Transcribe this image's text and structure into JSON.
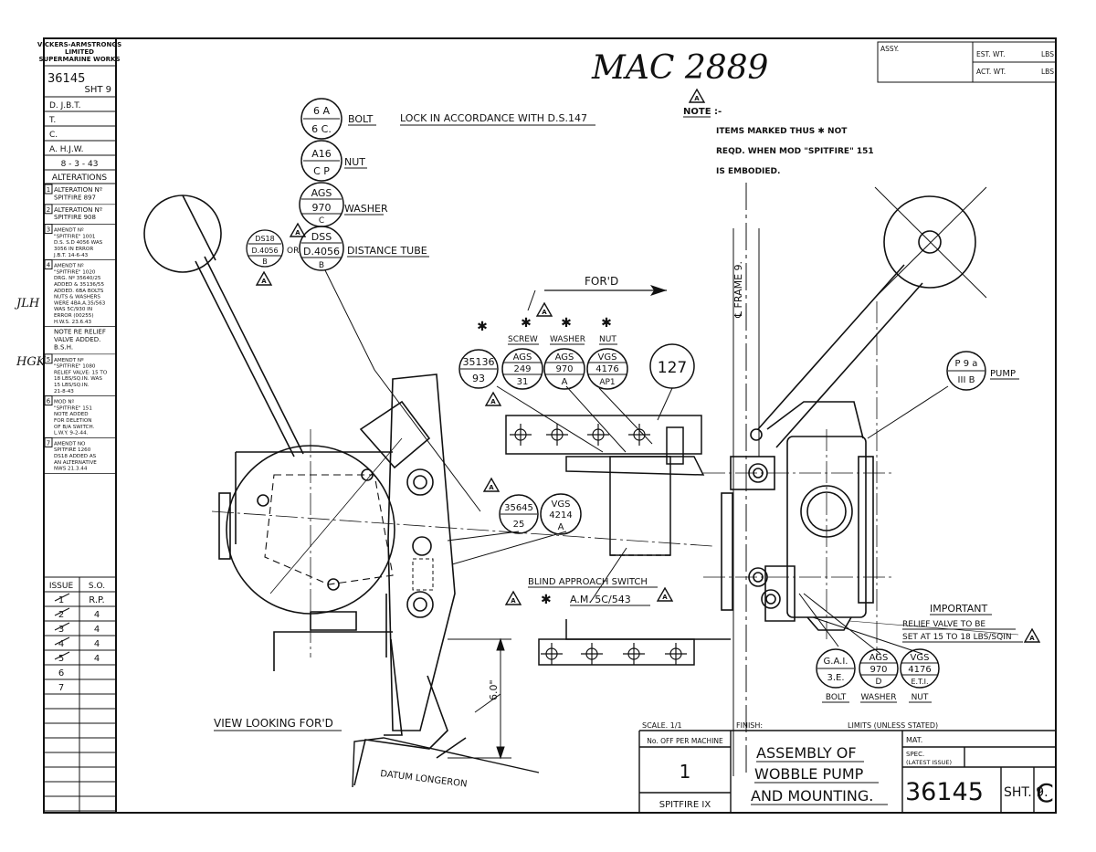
{
  "title_block": {
    "company_1": "VICKERS-ARMSTRONGS",
    "company_2": "LIMITED",
    "company_3": "SUPERMARINE WORKS",
    "drawing_no": "36145",
    "sheet": "SHT 9",
    "drawn": "D. J.B.T.",
    "traced": "T.",
    "checked": "C.",
    "approved": "A. H.J.W.",
    "date": "8 - 3 - 43",
    "alterations_label": "ALTERATIONS"
  },
  "alterations": [
    {
      "no": "1",
      "lines": [
        "ALTERATION Nº",
        "SPITFIRE 897"
      ]
    },
    {
      "no": "2",
      "lines": [
        "ALTERATION Nº",
        "SPITFIRE 908"
      ]
    },
    {
      "no": "3",
      "lines": [
        "AMENDT Nº",
        "\"SPITFIRE\" 1001",
        "D.S. S.D 4056 WAS",
        "3056 IN ERROR",
        "J.B.T. 14-6-43"
      ]
    },
    {
      "no": "4",
      "lines": [
        "AMENDT Nº",
        "\"SPITFIRE\" 1020",
        "DRG. Nº 35640/25",
        "ADDED & 35136/55",
        "ADDED. 6BA BOLTS",
        "NUTS & WASHERS",
        "WERE 4BA.A.35/563",
        "WAS 5C/930 IN",
        "ERROR (00255)",
        "H.W.S. 23.6.43"
      ]
    },
    {
      "no": "",
      "lines": [
        "NOTE RE RELIEF",
        "VALVE ADDED.",
        "B.S.H."
      ]
    },
    {
      "no": "5",
      "lines": [
        "AMENDT Nº",
        "\"SPITFIRE\" 1080",
        "RELIEF VALVE: 15 TO",
        "18 LBS/SQ.IN. WAS",
        "15 LBS/SQ.IN.",
        "21-8-43"
      ]
    },
    {
      "no": "6",
      "lines": [
        "MOD Nº",
        "\"SPITFIRE\" 151",
        "NOTE ADDED",
        "FOR DELETION",
        "OF B/A SWITCH.",
        "L.W.Y. 9-2-44."
      ]
    },
    {
      "no": "7",
      "lines": [
        "AMENDT NO",
        "SPITFIRE 1260",
        "DS18 ADDED AS",
        "AN ALTERNATIVE",
        "NWS 21.3.44"
      ]
    }
  ],
  "issue_table": {
    "header": [
      "ISSUE",
      "S.O."
    ],
    "rows": [
      [
        "1",
        "R.P."
      ],
      [
        "2",
        "4"
      ],
      [
        "3",
        "4"
      ],
      [
        "4",
        "4"
      ],
      [
        "5",
        "4"
      ],
      [
        "6",
        ""
      ],
      [
        "7",
        ""
      ]
    ]
  },
  "handwritten_ref": "MAC 2889",
  "top_right": {
    "assy": "ASSY.",
    "est_wt": "EST. WT.",
    "act_wt": "ACT. WT.",
    "unit": "LBS"
  },
  "callouts": {
    "bolt": {
      "top": "6 A",
      "bottom": "6 C.",
      "label": "BOLT"
    },
    "nut": {
      "top": "A16",
      "bottom": "C P",
      "label": "NUT"
    },
    "washer": {
      "top": "AGS",
      "mid": "970",
      "bottom": "C",
      "label": "WASHER"
    },
    "distance_tube": {
      "top": "DSS",
      "mid": "D.4056",
      "bottom": "B",
      "label": "DISTANCE TUBE"
    },
    "alt_tube": {
      "top": "DS18",
      "mid": "D.4056",
      "bottom": "B"
    },
    "or": "OR",
    "lock": "LOCK IN ACCORDANCE WITH D.S.147",
    "note_title": "NOTE :-",
    "note_lines": [
      "ITEMS MARKED THUS ✱ NOT",
      "REQD. WHEN MOD \"SPITFIRE\" 151",
      "IS EMBODIED."
    ],
    "fwd": "FOR'D",
    "frame": "℄ FRAME 9.",
    "screw_label": "SCREW",
    "washer_label": "WASHER",
    "nut_label": "NUT",
    "c35136": {
      "top": "35136",
      "bottom": "93"
    },
    "c_screw": {
      "top": "AGS",
      "mid": "249",
      "bottom": "31"
    },
    "c_washer": {
      "top": "AGS",
      "mid": "970",
      "bottom": "A"
    },
    "c_nut": {
      "top": "VGS",
      "mid": "4176",
      "bottom": "AP1"
    },
    "c127": "127",
    "pump": {
      "top": "P 9 a",
      "bottom": "III B",
      "label": "PUMP"
    },
    "c35645": {
      "top": "35645",
      "bottom": "25"
    },
    "c_vgs4214": {
      "top": "VGS",
      "mid": "4214",
      "bottom": "A"
    },
    "blind_switch": "BLIND APPROACH SWITCH",
    "am_ref": "A.M. 5C/543",
    "important": "IMPORTANT",
    "relief_1": "RELIEF VALVE TO BE",
    "relief_2": "SET AT 15 TO 18 LBS/SQIN",
    "b_bolt": {
      "top": "G.A.I.",
      "bottom": "3.E.",
      "label": "BOLT"
    },
    "b_washer": {
      "top": "AGS",
      "mid": "970",
      "bottom": "D",
      "label": "WASHER"
    },
    "b_nut": {
      "top": "VGS",
      "mid": "4176",
      "bottom": "E.T.I.",
      "label": "NUT"
    },
    "dim": "6.0\"",
    "view": "VIEW LOOKING FOR'D",
    "datum": "DATUM LONGERON",
    "star": "✱",
    "amend_marker": "A"
  },
  "bottom_block": {
    "scale": "SCALE. 1/1",
    "finish": "FINISH:",
    "limits": "LIMITS (UNLESS STATED)",
    "no_off_label": "No. OFF PER MACHINE",
    "no_off": "1",
    "machine": "SPITFIRE IX",
    "title_1": "ASSEMBLY OF",
    "title_2": "WOBBLE PUMP",
    "title_3": "AND MOUNTING.",
    "mat": "MAT.",
    "spec": "SPEC.",
    "spec_note": "(LATEST ISSUE)",
    "drawing_no": "36145",
    "sheet": "SHT. 9.",
    "issue": "C"
  },
  "margin_marks": [
    "JLH",
    "HGK"
  ]
}
